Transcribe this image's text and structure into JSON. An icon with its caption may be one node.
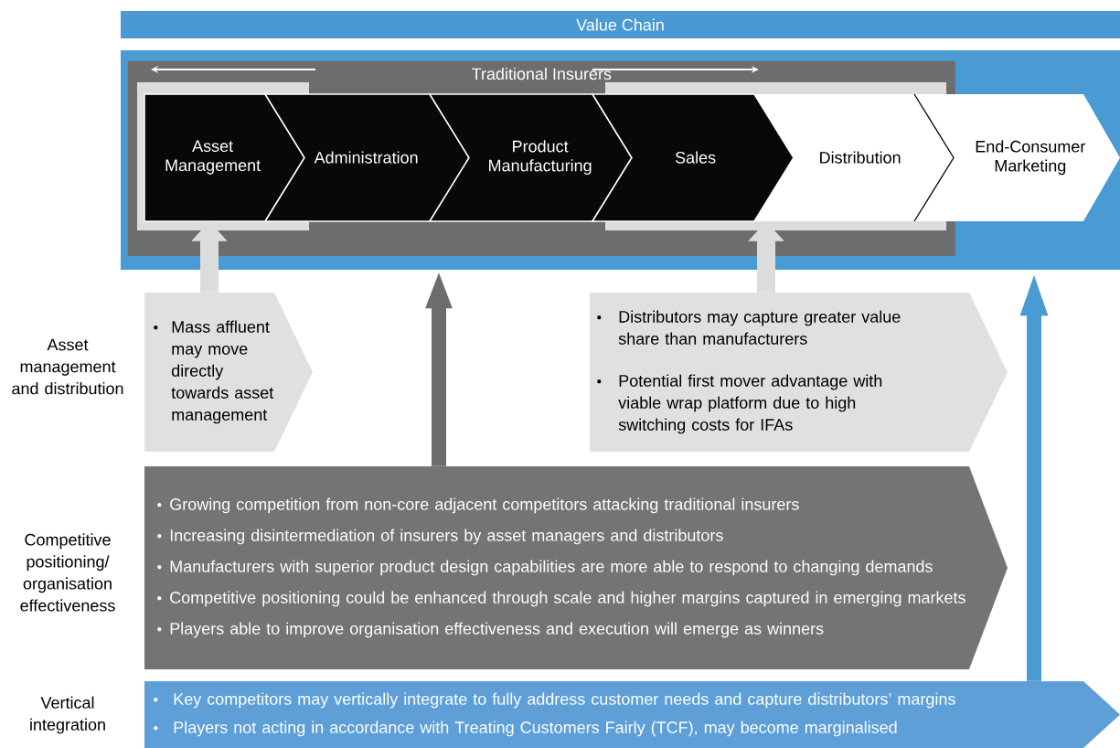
{
  "diagram": {
    "nodes": [
      {
        "text": [
          "Value Chain"
        ]
      },
      {
        "text": [],
        "shape": "box"
      },
      {
        "text": [
          "Traditional Insurers"
        ],
        "in": 1
      },
      {
        "text": [
          "Asset Management"
        ],
        "in": 2
      },
      {
        "text": [
          "Administration"
        ],
        "in": 2
      },
      {
        "text": [
          "Product Manufacturing"
        ],
        "in": 2
      },
      {
        "text": [
          "Sales"
        ],
        "in": 2
      },
      {
        "text": [
          "Distribution"
        ],
        "in": 2
      },
      {
        "text": [
          "End-Consumer Marketing"
        ],
        "in": 1
      },
      {
        "text": [
          "Mass affluent may move directly towards asset management"
        ]
      },
      {
        "text": [
          "Distributors may capture greater value share than manufacturers",
          "Potential first mover advantage with viable wrap platform due to high switching costs for IFAs"
        ]
      },
      {
        "text": [
          "Growing competition from non-core adjacent competitors attacking traditional insurers",
          "Increasing disintermediation of insurers by asset managers and distributors",
          "Manufacturers with superior product design capabilities are more able to respond to changing demands",
          "Competitive positioning could be enhanced through scale and higher margins captured in emerging markets",
          "Players able to improve organisation effectiveness and execution will emerge as winners"
        ]
      },
      {
        "text": [
          "Key competitors may vertically integrate to fully address customer needs and capture distributors’ margins",
          "Players not acting in accordance with Treating Customers Fairly (TCF), may become marginalised"
        ]
      }
    ],
    "edges": [
      {
        "from": 9,
        "to": 3,
        "arrow": "to",
        "color": "#dcdcdc"
      },
      {
        "from": 10,
        "to": 7,
        "arrow": "to",
        "color": "#dcdcdc"
      },
      {
        "from": 11,
        "to": 1,
        "arrow": "to",
        "color": "#6d6d6d"
      },
      {
        "from": 12,
        "to": 1,
        "arrow": "to",
        "color": "#4a9ad4"
      }
    ],
    "labels": [
      "Asset management and distribution",
      "Competitive positioning/ organisation effectiveness",
      "Vertical integration"
    ]
  }
}
